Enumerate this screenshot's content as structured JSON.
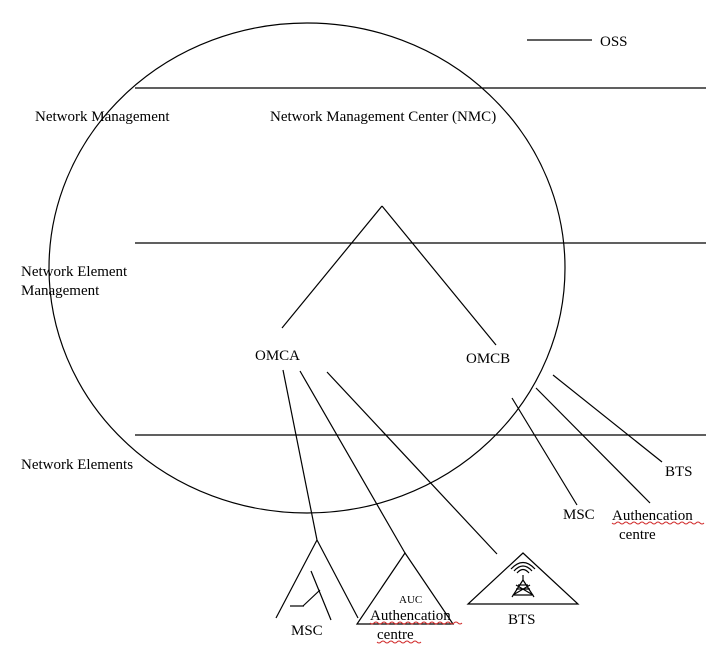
{
  "levels": {
    "network_management": "Network Management",
    "network_element_management_line1": "Network Element",
    "network_element_management_line2": "Management",
    "network_elements": "Network Elements"
  },
  "oss_label": "OSS",
  "nmc_label": "Network Management Center (NMC)",
  "omca_label": "OMCA",
  "omcb_label": "OMCB",
  "omca_elements": {
    "msc_label": "MSC",
    "auc_symbol_text": "AUC",
    "auth_line1": "Authencation",
    "auth_line2": "centre",
    "bts_label": "BTS"
  },
  "omcb_elements": {
    "msc_label": "MSC",
    "auth_line1": "Authencation",
    "auth_line2": "centre",
    "bts_label": "BTS"
  },
  "colors": {
    "line": "#000000",
    "spellcheck_underline": "#d12b2b"
  }
}
